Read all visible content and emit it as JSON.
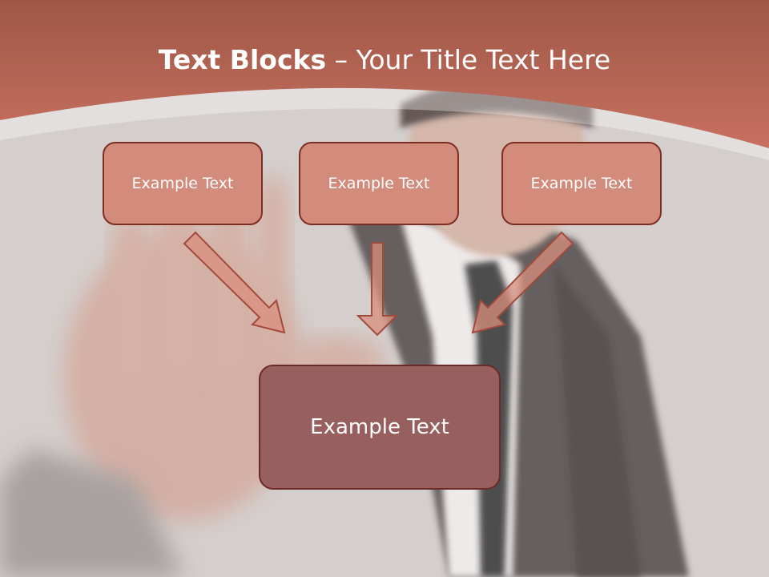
{
  "title": {
    "bold": "Text Blocks",
    "dash": " – ",
    "rest": "Your Title Text Here"
  },
  "boxes": {
    "left": "Example Text",
    "center": "Example Text",
    "right": "Example Text",
    "bottom": "Example Text"
  },
  "colors": {
    "header_band": "#c9705f",
    "box_fill": "#d38b7b",
    "box_border": "#7d2e24",
    "bottom_box_fill": "#985f5f",
    "arrow_fill": "#d88f7d",
    "arrow_stroke": "#a24a3c"
  }
}
